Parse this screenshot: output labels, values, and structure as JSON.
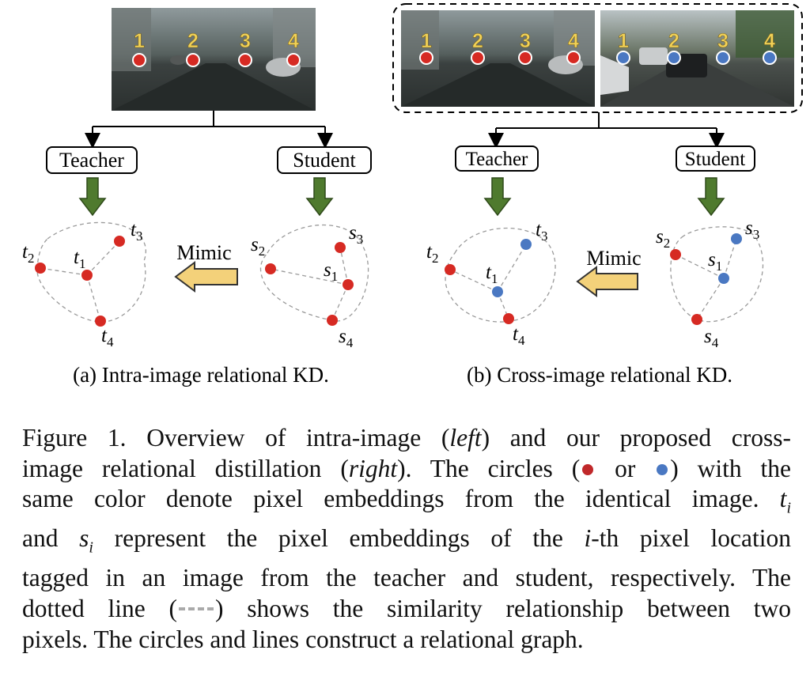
{
  "colors": {
    "red": "#d62a23",
    "blue": "#4a78c2",
    "arrow_green": "#4f7a2e",
    "arrow_yellow": "#f3d17a",
    "label_yellow": "#f2d257"
  },
  "panel_a": {
    "photo_labels": [
      "1",
      "2",
      "3",
      "4"
    ],
    "teacher": "Teacher",
    "student": "Student",
    "mimic": "Mimic",
    "teacher_nodes": {
      "t1": {
        "b": "t",
        "s": "1"
      },
      "t2": {
        "b": "t",
        "s": "2"
      },
      "t3": {
        "b": "t",
        "s": "3"
      },
      "t4": {
        "b": "t",
        "s": "4"
      }
    },
    "student_nodes": {
      "s1": {
        "b": "s",
        "s": "1"
      },
      "s2": {
        "b": "s",
        "s": "2"
      },
      "s3": {
        "b": "s",
        "s": "3"
      },
      "s4": {
        "b": "s",
        "s": "4"
      }
    },
    "caption": "(a) Intra-image relational KD."
  },
  "panel_b": {
    "photo1_labels": [
      "1",
      "2",
      "3",
      "4"
    ],
    "photo2_labels": [
      "1",
      "2",
      "3",
      "4"
    ],
    "teacher": "Teacher",
    "student": "Student",
    "mimic": "Mimic",
    "teacher_nodes": {
      "t1": {
        "b": "t",
        "s": "1"
      },
      "t2": {
        "b": "t",
        "s": "2"
      },
      "t3": {
        "b": "t",
        "s": "3"
      },
      "t4": {
        "b": "t",
        "s": "4"
      }
    },
    "student_nodes": {
      "s1": {
        "b": "s",
        "s": "1"
      },
      "s2": {
        "b": "s",
        "s": "2"
      },
      "s3": {
        "b": "s",
        "s": "3"
      },
      "s4": {
        "b": "s",
        "s": "4"
      }
    },
    "caption": "(b) Cross-image relational KD."
  },
  "caption": {
    "l1a": "Figure 1. Overview of intra-image (",
    "l1b": "left",
    "l1c": ") and our proposed cross-",
    "l2a": "image relational distillation (",
    "l2b": "right",
    "l2c": "). The circles (",
    "l2d": " or ",
    "l2e": ") with the",
    "l3a": "same color denote pixel embeddings from the identical image. ",
    "l3b": "t",
    "l3c": "i",
    "l4a": "and ",
    "l4b": "s",
    "l4c": "i",
    "l4d": " represent the pixel embeddings of the ",
    "l4e": "i",
    "l4f": "-th pixel location",
    "l5": "tagged in an image from the teacher and student, respectively. The",
    "l6a": "dotted line (",
    "l6b": ") shows the similarity relationship between two",
    "l7": "pixels. The circles and lines construct a relational graph."
  }
}
